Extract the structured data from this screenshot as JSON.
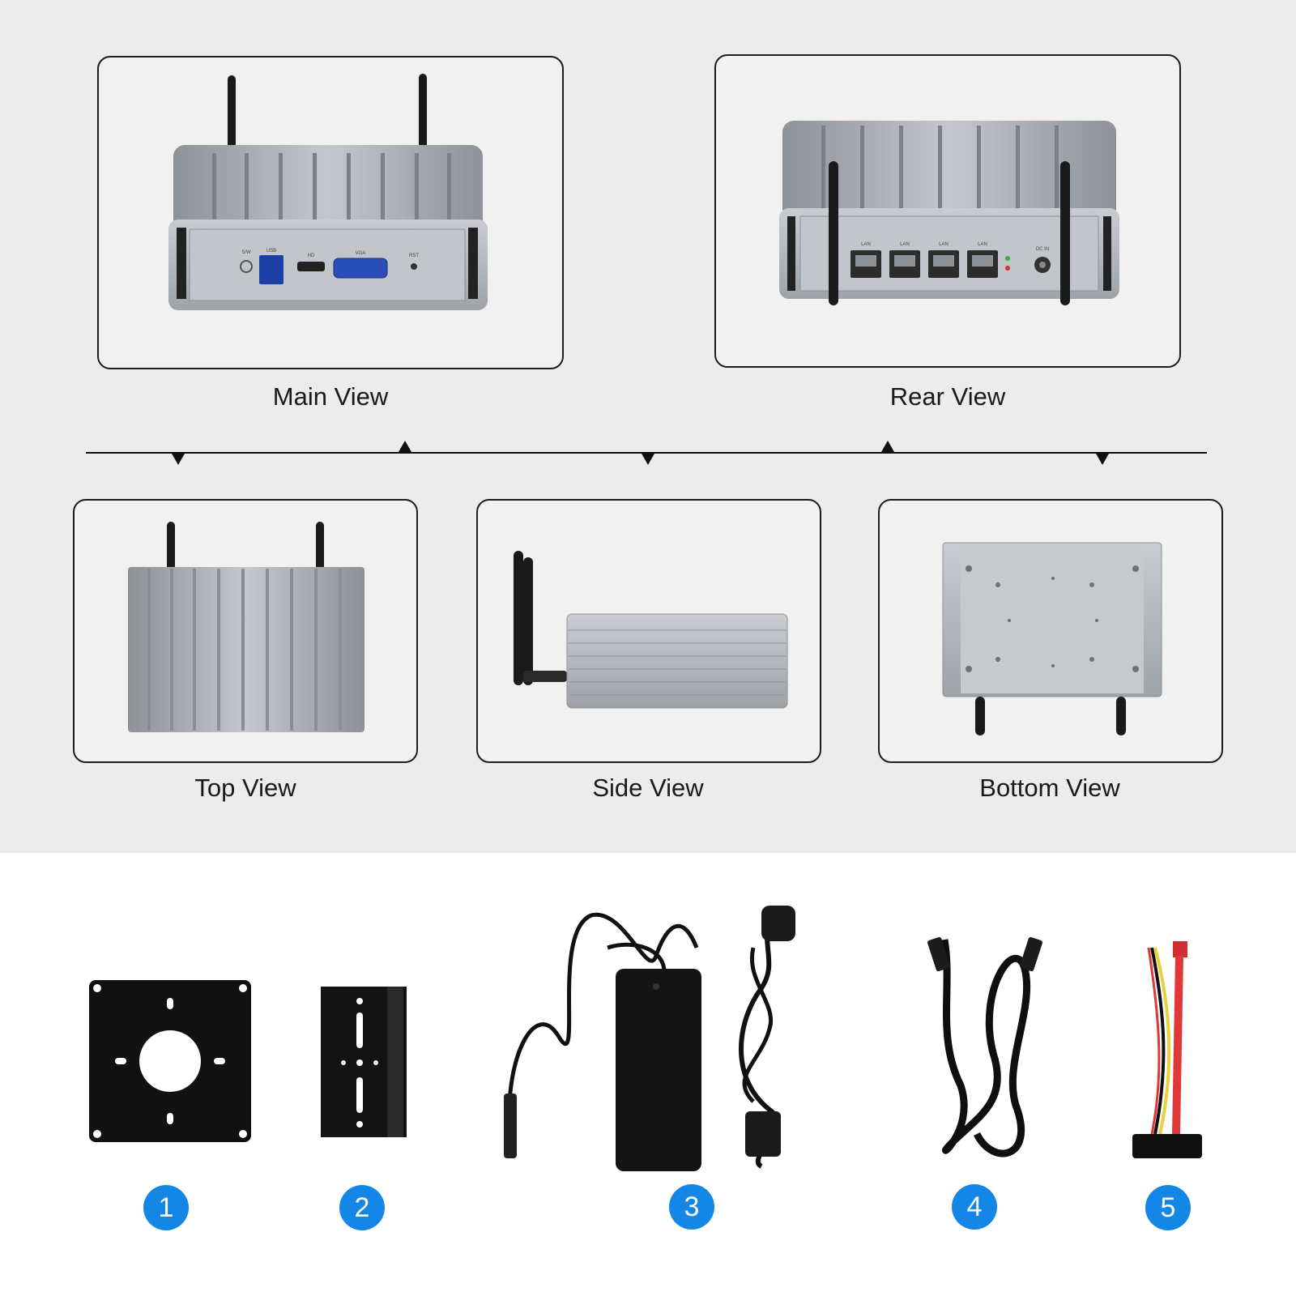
{
  "views": {
    "main": "Main View",
    "rear": "Rear View",
    "top": "Top View",
    "side": "Side View",
    "bottom": "Bottom View"
  },
  "ports": {
    "sw": "S/W",
    "usb": "USB",
    "hd": "HD",
    "vga": "VGA",
    "rst": "RST",
    "lan": "LAN",
    "dcin": "DC IN"
  },
  "accessories": [
    {
      "number": "1",
      "icon": "vesa-mount-plate-icon"
    },
    {
      "number": "2",
      "icon": "mounting-bracket-icon"
    },
    {
      "number": "3",
      "icon": "power-adapter-icon"
    },
    {
      "number": "4",
      "icon": "hdmi-cable-icon"
    },
    {
      "number": "5",
      "icon": "sata-cable-icon"
    }
  ],
  "colors": {
    "badge": "#1487e6",
    "chassis": "#a9aeb4",
    "background_top": "#ececed"
  }
}
